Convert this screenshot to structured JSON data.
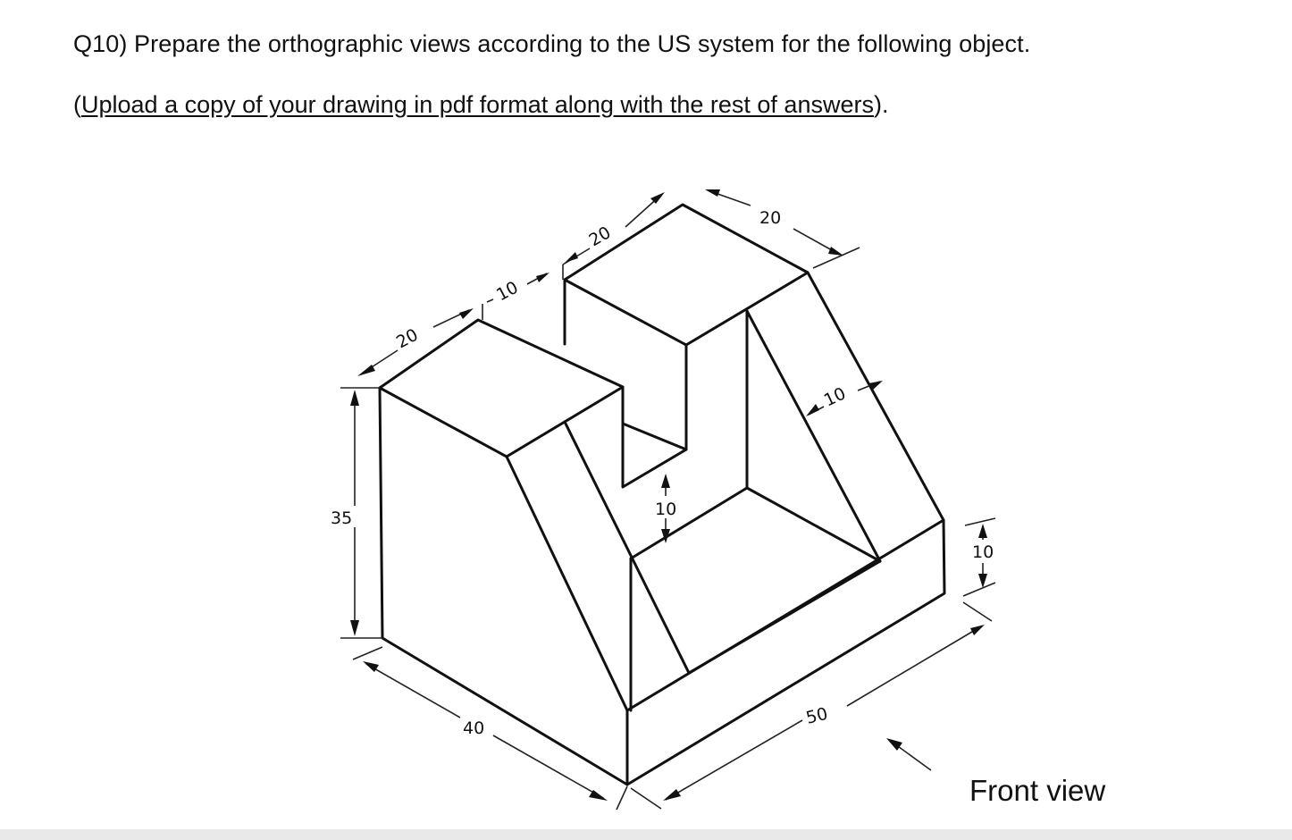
{
  "question": {
    "title": "Q10) Prepare the orthographic views according to the US system for the following object.",
    "instruction_open": "(",
    "instruction_underlined": "Upload a copy of your drawing in pdf format along with the rest of answers",
    "instruction_close": ")."
  },
  "drawing": {
    "dimensions": {
      "height_left": "35",
      "depth_front_left": "20",
      "slot_gap": "10",
      "block_width_top": "20",
      "block_depth_top_right": "20",
      "rib_width": "10",
      "slot_step": "10",
      "base_height": "10",
      "length_left": "40",
      "length_right": "50"
    },
    "front_view_label": "Front view"
  }
}
